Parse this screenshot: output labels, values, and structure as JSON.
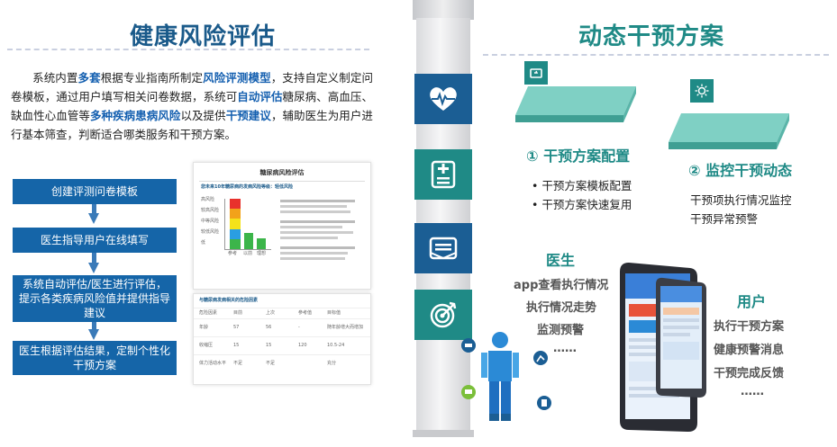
{
  "left": {
    "title": "健康风险评估",
    "para": {
      "p1": "系统内置",
      "h1": "多套",
      "p2": "根据专业指南所制定",
      "h2": "风险评测模型",
      "p3": "，支持自定义制定问卷模板，通过用户填写相关问卷数据，系统可",
      "h3": "自动评估",
      "p4": "糖尿病、高血压、缺血性心血管等",
      "h4": "多种疾病患病风险",
      "p5": "以及提供",
      "h5": "干预建议",
      "p6": "，辅助医生为用户进行基本筛查，判断适合哪类服务和干预方案。"
    },
    "steps": [
      "创建评测问卷模板",
      "医生指导用户在线填写",
      "系统自动评估/医生进行评估，提示各类疾病风险值并提供指导建议",
      "医生根据评估结果，定制个性化干预方案"
    ],
    "report": {
      "title": "糖尿病风险评估",
      "subtitle": "您未来10年糖尿病的发病风险等级：轻低风险",
      "section2": "与糖尿病发病相关的危险因素",
      "bar_labels": [
        "参考",
        "以前",
        "理想"
      ],
      "level_labels": [
        "高风险",
        "较高风险",
        "中等风险",
        "较低风险",
        "低"
      ],
      "table_headers": [
        "危险因素",
        "目前",
        "上次",
        "参考值",
        "目标值"
      ],
      "table_rows": [
        [
          "年龄",
          "57",
          "56",
          "-",
          "随年龄增大而增加"
        ],
        [
          "收缩压",
          "15",
          "15",
          "120",
          "10.5-24"
        ],
        [
          "体力活动水平",
          "不足",
          "不足",
          "",
          "充分"
        ]
      ]
    }
  },
  "right": {
    "title": "动态干预方案",
    "plan1": {
      "heading": "① 干预方案配置",
      "items": [
        "干预方案模板配置",
        "干预方案快速复用"
      ]
    },
    "plan2": {
      "heading": "② 监控干预动态",
      "items": [
        "干预项执行情况监控",
        "干预异常预警"
      ]
    },
    "doctor": {
      "label": "医生",
      "items": [
        "app查看执行情况",
        "执行情况走势",
        "监测预警",
        "……"
      ]
    },
    "user": {
      "label": "用户",
      "items": [
        "执行干预方案",
        "健康预警消息",
        "干预完成反馈",
        "……"
      ]
    }
  },
  "colors": {
    "navy": "#1a5a8a",
    "teal": "#1f8a86",
    "step_blue": "#1565a8",
    "icon_blue": "#1b5e94",
    "icon_teal": "#1f8a86",
    "slab_teal": "#7fd0c4"
  },
  "icons": [
    "heart-pulse-icon",
    "medical-report-icon",
    "envelope-icon",
    "target-icon",
    "settings-icon",
    "bulb-icon"
  ]
}
